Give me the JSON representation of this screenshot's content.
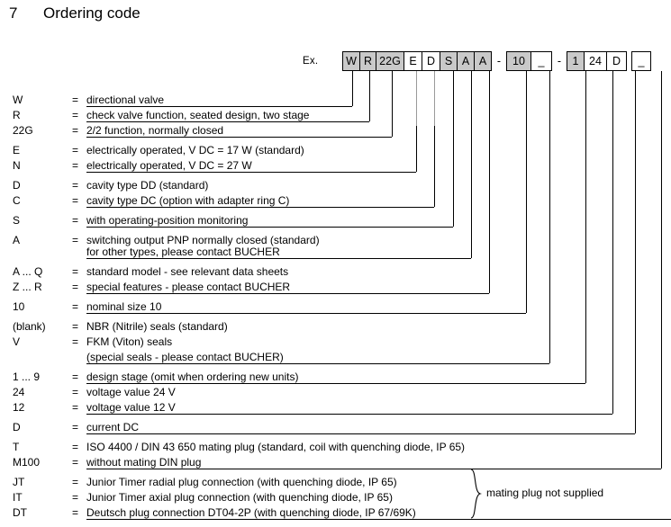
{
  "heading": {
    "number": "7",
    "title": "Ordering code"
  },
  "example": {
    "label": "Ex.",
    "boxes": [
      {
        "text": "W",
        "shaded": true,
        "width": 20
      },
      {
        "text": "R",
        "shaded": true,
        "width": 19
      },
      {
        "text": "22G",
        "shaded": true,
        "width": 32
      },
      {
        "text": "E",
        "shaded": false,
        "width": 21
      },
      {
        "text": "D",
        "shaded": false,
        "width": 21
      },
      {
        "text": "S",
        "shaded": true,
        "width": 20
      },
      {
        "text": "A",
        "shaded": true,
        "width": 20
      },
      {
        "text": "A",
        "shaded": true,
        "width": 20
      },
      {
        "text": "-",
        "shaded": false,
        "width": 18,
        "separator": true
      },
      {
        "text": "10",
        "shaded": true,
        "width": 28
      },
      {
        "text": "_",
        "shaded": false,
        "width": 24
      },
      {
        "text": "-",
        "shaded": false,
        "width": 18,
        "separator": true
      },
      {
        "text": "1",
        "shaded": true,
        "width": 20
      },
      {
        "text": "24",
        "shaded": false,
        "width": 26
      },
      {
        "text": "D",
        "shaded": false,
        "width": 23
      },
      {
        "text": "",
        "shaded": false,
        "width": 7,
        "gap": true
      },
      {
        "text": "_",
        "shaded": false,
        "width": 22
      }
    ]
  },
  "legend": {
    "equals": "=",
    "rows": [
      {
        "code": "W",
        "desc": "directional valve"
      },
      {
        "code": "R",
        "desc": "check valve function, seated design, two stage"
      },
      {
        "code": "22G",
        "desc": "2/2 function, normally closed"
      },
      {
        "code": "E",
        "desc": "electrically operated, V DC = 17  W (standard)"
      },
      {
        "code": "N",
        "desc": "electrically operated, V DC = 27  W"
      },
      {
        "code": "D",
        "desc": "cavity type DD  (standard)"
      },
      {
        "code": "C",
        "desc": "cavity type DC  (option with adapter ring C)"
      },
      {
        "code": "S",
        "desc": "with operating-position monitoring"
      },
      {
        "code": "A",
        "desc": "switching output PNP normally closed (standard)"
      },
      {
        "code": "",
        "desc": "for other types, please contact BUCHER"
      },
      {
        "code": "A ... Q",
        "desc": "standard model - see relevant data sheets"
      },
      {
        "code": "Z ... R",
        "desc": "special features - please contact BUCHER"
      },
      {
        "code": "10",
        "desc": "nominal size 10"
      },
      {
        "code": "(blank)",
        "desc": "NBR (Nitrile) seals  (standard)"
      },
      {
        "code": "V",
        "desc": "FKM (Viton) seals"
      },
      {
        "code": "",
        "desc": "(special seals - please contact BUCHER)"
      },
      {
        "code": "1 ... 9",
        "desc": "design stage (omit when ordering new units)"
      },
      {
        "code": "24",
        "desc": "voltage value 24 V"
      },
      {
        "code": "12",
        "desc": "voltage value 12 V"
      },
      {
        "code": "D",
        "desc": "current  DC"
      },
      {
        "code": "T",
        "desc": "ISO 4400 / DIN 43 650 mating plug (standard, coil with quenching diode, IP 65)"
      },
      {
        "code": "M100",
        "desc": "without mating DIN plug"
      },
      {
        "code": "JT",
        "desc": "Junior Timer radial plug connection (with quenching diode, IP 65)"
      },
      {
        "code": "IT",
        "desc": "Junior Timer axial plug connection (with quenching diode, IP 65)"
      },
      {
        "code": "DT",
        "desc": "Deutsch plug connection DT04-2P (with quenching diode, IP 67/69K)"
      }
    ]
  },
  "brace_note": {
    "label": "mating plug not supplied"
  }
}
